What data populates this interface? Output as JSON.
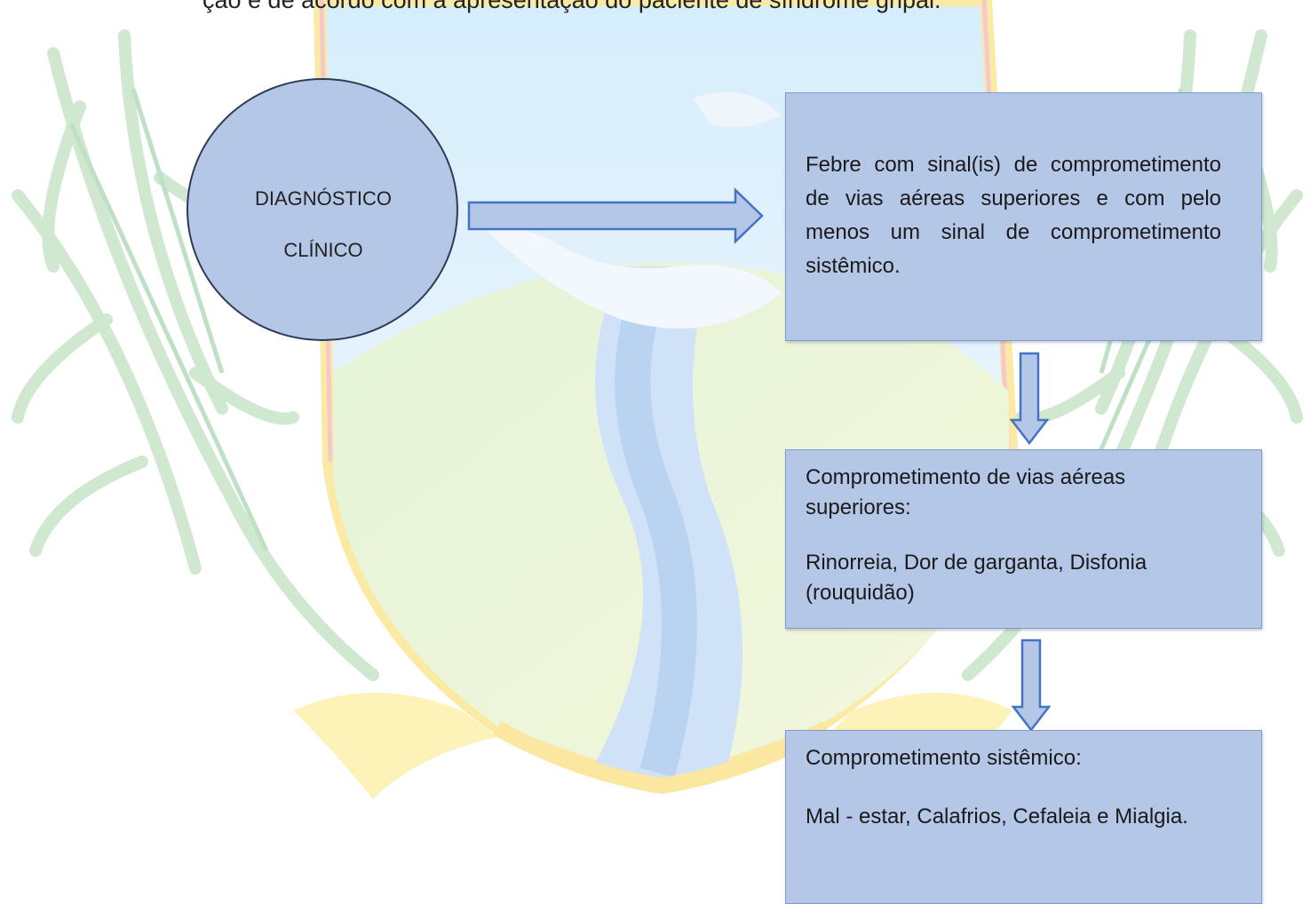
{
  "page": {
    "top_text": "ção e de acordo com a apresentação do paciente de síndrome gripal.",
    "circle": {
      "line1": "DIAGNÓSTICO",
      "line2": "CLÍNICO"
    },
    "box_1": {
      "text": "Febre com sinal(is) de comprometimento de vias aéreas superiores e com pelo menos um sinal de comprometimento sistêmico."
    },
    "box_2": {
      "heading": "Comprometimento de vias aéreas superiores:",
      "text": "Rinorreia, Dor de garganta, Disfonia (rouquidão)"
    },
    "box_3": {
      "heading": "Comprometimento sistêmico:",
      "text": "Mal - estar, Calafrios, Cefaleia e Mialgia."
    }
  },
  "colors": {
    "shape_fill": "#b4c7e7",
    "shape_border": "#2f3a56",
    "arrow_stroke": "#4472c4"
  },
  "icons": [
    "coat-of-arms-watermark",
    "right-arrow-icon",
    "down-arrow-icon"
  ]
}
